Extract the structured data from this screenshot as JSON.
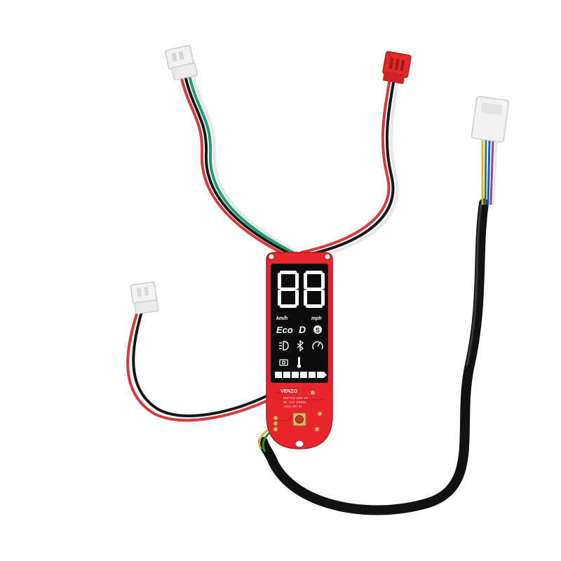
{
  "display": {
    "speed_digits": "88",
    "unit_kmh": "km/h",
    "unit_mph": "mph",
    "mode_eco": "Eco",
    "mode_drive": "D",
    "mode_sport": "S"
  },
  "pcb": {
    "brand_mark": "VENZO",
    "silkscreen_lines": [
      "BMP750-PCB-V5",
      "BE-XIA-58004",
      "2024-05-01"
    ]
  },
  "colors": {
    "pcb_red": "#e8252b",
    "display_black": "#0d0d0d",
    "segment_white": "#ffffff",
    "connector_white": "#f2f2f2",
    "connector_red": "#e02a2a",
    "wire_red": "#d83a3a",
    "wire_black": "#161616",
    "wire_green": "#1f9c6b",
    "wire_white": "#e6e6e6",
    "cable_black": "#121212"
  },
  "icons": [
    "headlight-icon",
    "bluetooth-icon",
    "speedometer-icon",
    "camera-icon",
    "thermometer-icon",
    "battery-icon",
    "power-button-icon"
  ]
}
